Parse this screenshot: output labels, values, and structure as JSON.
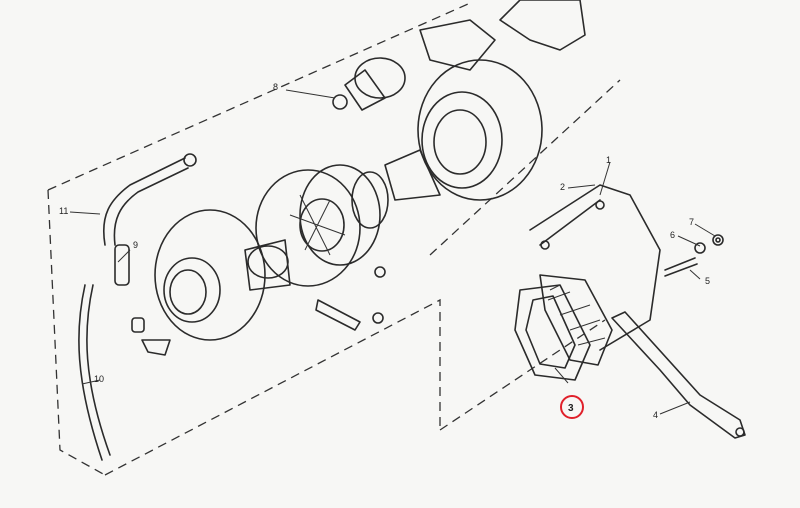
{
  "diagram": {
    "labels": {
      "l1": "1",
      "l2": "2",
      "l3": "3",
      "l4": "4",
      "l5": "5",
      "l6": "6",
      "l7": "7",
      "l8": "8",
      "l9": "9",
      "l10": "10",
      "l11": "11"
    },
    "highlight": {
      "label": "3",
      "color": "#e0202a"
    }
  }
}
